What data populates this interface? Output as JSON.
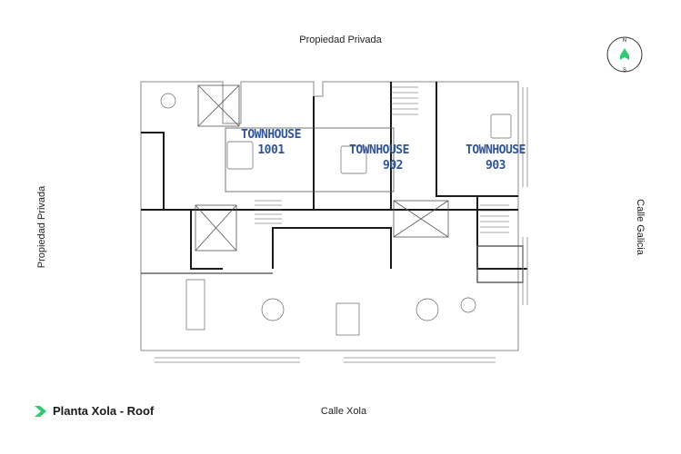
{
  "labels": {
    "top": "Propiedad Privada",
    "bottom": "Calle Xola",
    "left": "Propiedad Privada",
    "right": "Calle Galicia"
  },
  "compass": {
    "north": "N",
    "south": "S",
    "accent_color": "#2ecc71"
  },
  "plan_title": "Planta Xola - Roof",
  "brand_color": "#2ecc71",
  "townhouses": [
    {
      "line1": "TOWNHOUSE",
      "line2": "1001"
    },
    {
      "line1": "TOWNHOUSE",
      "line2": "902"
    },
    {
      "line1": "TOWNHOUSE",
      "line2": "903"
    }
  ]
}
